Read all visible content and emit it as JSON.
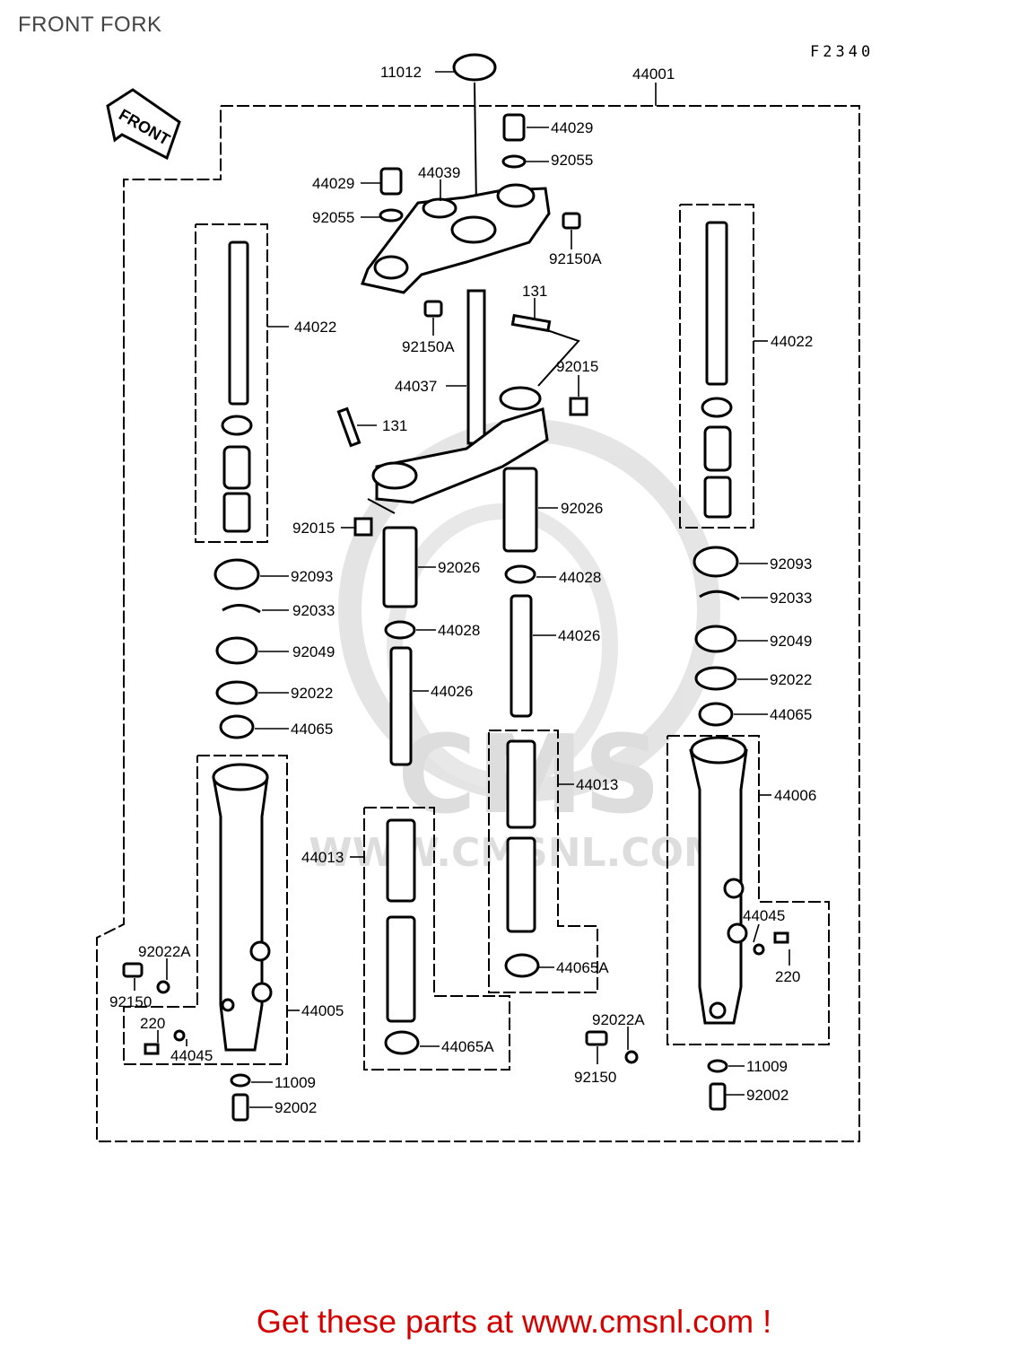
{
  "header": {
    "title": "FRONT FORK",
    "figure_code": "F2340"
  },
  "watermark": {
    "text": "WWW.CMSNL.COM",
    "logo": "CMS"
  },
  "front_arrow": {
    "label": "FRONT"
  },
  "part_labels": [
    "11012",
    "44001",
    "44029",
    "92055",
    "44029",
    "44039",
    "92055",
    "92150A",
    "131",
    "92150A",
    "44022",
    "44037",
    "92015",
    "131",
    "44022",
    "92015",
    "92026",
    "92026",
    "44028",
    "92093",
    "92033",
    "44028",
    "92093",
    "92033",
    "44026",
    "92049",
    "44026",
    "92049",
    "92022",
    "92022",
    "44065",
    "44065",
    "44013",
    "44006",
    "44013",
    "44045",
    "92022A",
    "220",
    "44065A",
    "92150",
    "44005",
    "220",
    "44045",
    "92022A",
    "44065A",
    "11009",
    "11009",
    "92150",
    "92002",
    "92002"
  ],
  "footer": {
    "text": "Get these parts at www.cmsnl.com !"
  }
}
